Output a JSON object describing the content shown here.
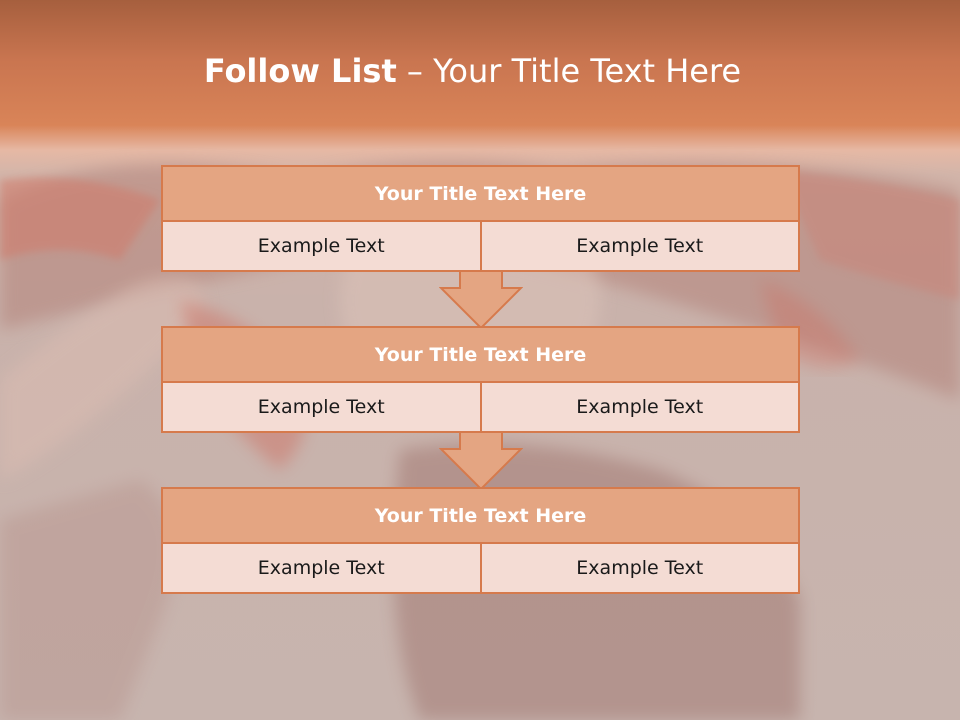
{
  "slide": {
    "title_bold": "Follow List",
    "title_rest": " – Your Title Text Here"
  },
  "blocks": [
    {
      "heading": "Your Title Text Here",
      "cells": [
        "Example Text",
        "Example Text"
      ]
    },
    {
      "heading": "Your Title Text Here",
      "cells": [
        "Example Text",
        "Example Text"
      ]
    },
    {
      "heading": "Your Title Text Here",
      "cells": [
        "Example Text",
        "Example Text"
      ]
    }
  ],
  "colors": {
    "accent": "#d67a4c",
    "header_fill": "#e4a582",
    "cell_fill": "#f4dcd4",
    "title_band": "#d98458"
  }
}
